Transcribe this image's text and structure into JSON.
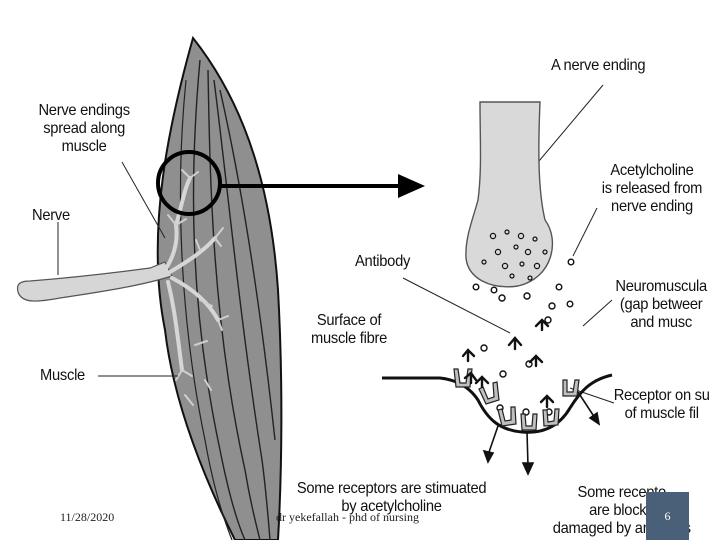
{
  "labels": {
    "nerve_endings_spread": "Nerve endings\nspread along\nmuscle",
    "nerve": "Nerve",
    "muscle": "Muscle",
    "a_nerve_ending": "A nerve ending",
    "acetylcholine_released": "Acetylcholine\nis released from\nnerve ending",
    "antibody": "Antibody",
    "neuromuscular": "Neuromuscula\n(gap betweer\nand musc",
    "surface_of_muscle_fibre": "Surface of\nmuscle fibre",
    "receptor_on_surface": "Receptor on su\nof muscle fil",
    "receptors_stimulated": "Some receptors are stimuated\nby acetylcholine",
    "receptors_blocked": "Some recepto\nare blocke\ndamaged by an     lies"
  },
  "footer": {
    "date": "11/28/2020",
    "author": "dr yekefallah - phd of nursing",
    "slide_number": "6"
  },
  "colors": {
    "muscle_fill": "#8f8f8f",
    "nerve_fill": "#d6d6d6",
    "nerve_ending_fill": "#d9d9d9",
    "slide_number_bg": "#4a5f78"
  }
}
